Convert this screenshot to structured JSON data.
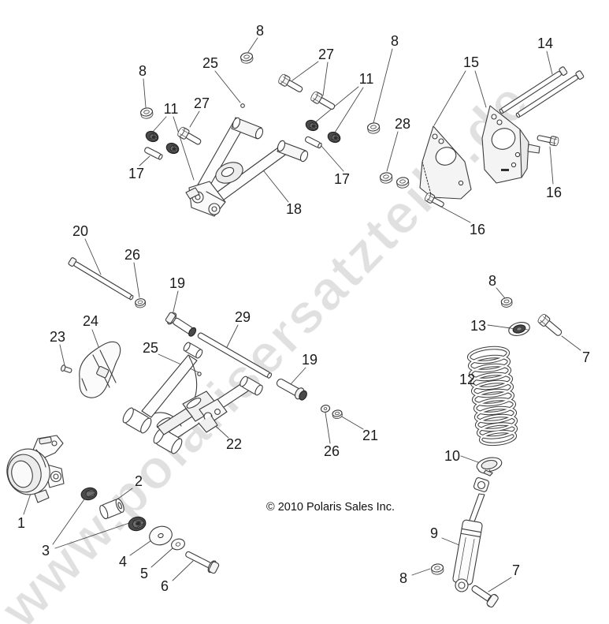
{
  "watermark": {
    "text": "www.polarisersatzteile.de"
  },
  "footer": {
    "copyright": "© 2010 Polaris Sales Inc."
  },
  "callouts": [
    {
      "label": "8"
    },
    {
      "label": "25"
    },
    {
      "label": "8"
    },
    {
      "label": "27"
    },
    {
      "label": "11"
    },
    {
      "label": "11"
    },
    {
      "label": "8"
    },
    {
      "label": "15"
    },
    {
      "label": "14"
    },
    {
      "label": "27"
    },
    {
      "label": "17"
    },
    {
      "label": "17"
    },
    {
      "label": "18"
    },
    {
      "label": "28"
    },
    {
      "label": "16"
    },
    {
      "label": "16"
    },
    {
      "label": "20"
    },
    {
      "label": "26"
    },
    {
      "label": "19"
    },
    {
      "label": "29"
    },
    {
      "label": "24"
    },
    {
      "label": "23"
    },
    {
      "label": "25"
    },
    {
      "label": "19"
    },
    {
      "label": "8"
    },
    {
      "label": "13"
    },
    {
      "label": "7"
    },
    {
      "label": "12"
    },
    {
      "label": "22"
    },
    {
      "label": "21"
    },
    {
      "label": "26"
    },
    {
      "label": "10"
    },
    {
      "label": "9"
    },
    {
      "label": "8"
    },
    {
      "label": "7"
    },
    {
      "label": "1"
    },
    {
      "label": "2"
    },
    {
      "label": "3"
    },
    {
      "label": "4"
    },
    {
      "label": "5"
    },
    {
      "label": "6"
    }
  ]
}
